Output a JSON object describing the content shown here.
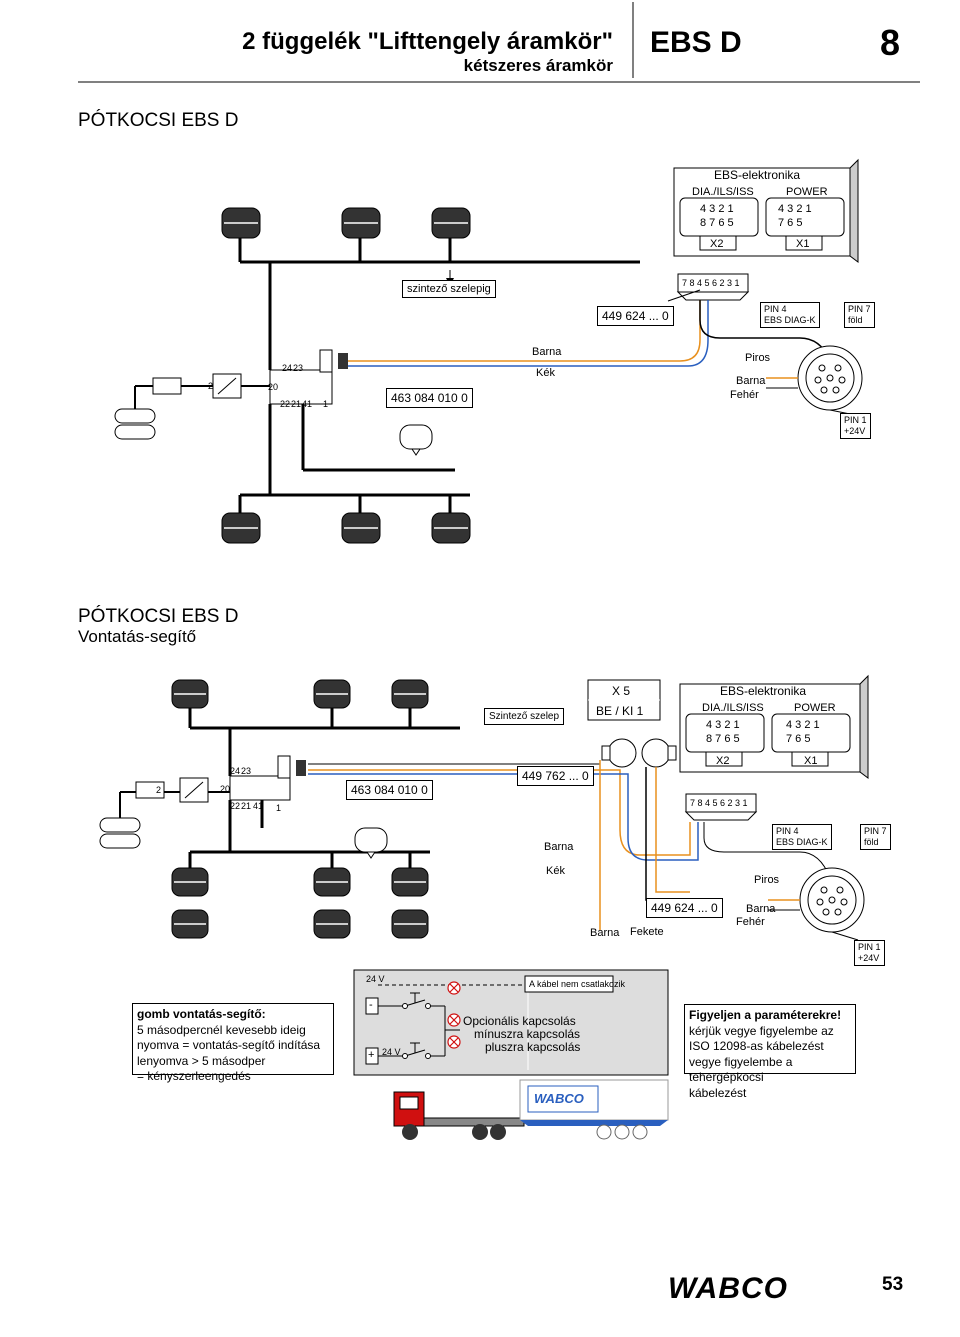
{
  "header": {
    "title": "2 függelék \"Lifttengely áramkör\"",
    "subtitle": "kétszeres áramkör",
    "doc": "EBS D",
    "chapter": "8"
  },
  "section1": {
    "title": "PÓTKOCSI EBS D",
    "ecu_title": "EBS-elektronika",
    "diag_label": "DIA./ILS/ISS",
    "power_label": "POWER",
    "x2": "X2",
    "x1": "X1",
    "pins_top": "4  3  2  1",
    "pins_bottom_x2": "8  7  6  5",
    "pins_bottom_x1": "7  6  5",
    "szintezo": "szintező szelepig",
    "cable_449": "449 624 ... 0",
    "connector_pins": "7 8 4 5 6 2 3 1",
    "pin4": "PIN 4",
    "ebs_diag": "EBS DIAG-K",
    "pin7": "PIN 7",
    "fold": "föld",
    "valve": "463 084 010 0",
    "barna": "Barna",
    "kek": "Kék",
    "piros": "Piros",
    "barna2": "Barna",
    "feher": "Fehér",
    "pin1": "PIN 1",
    "v24": "+24V",
    "port_24": "24",
    "port_23": "23",
    "port_20": "20",
    "port_22": "22",
    "port_21": "21",
    "port_41": "41",
    "port_1": "1",
    "port_2": "2"
  },
  "section2": {
    "title": "PÓTKOCSI EBS D",
    "subtitle": "Vontatás-segítő",
    "szintezo": "Szintező szelep",
    "x5": "X 5",
    "be_ki": "BE / KI 1",
    "ecu_title": "EBS-elektronika",
    "diag_label": "DIA./ILS/ISS",
    "power_label": "POWER",
    "x2": "X2",
    "x1": "X1",
    "pins_top": "4  3  2  1",
    "pins_bottom_x2": "8  7  6  5",
    "pins_bottom_x1": "7  6  5",
    "valve": "463 084 010 0",
    "cable_762": "449 762 ... 0",
    "connector_pins": "7 8 4 5 6 2 3 1",
    "pin4": "PIN 4",
    "ebs_diag": "EBS DIAG-K",
    "pin7": "PIN 7",
    "fold": "föld",
    "barna": "Barna",
    "kek": "Kék",
    "piros": "Piros",
    "cable_624": "449 624 ... 0",
    "barna_b": "Barna",
    "fekete": "Fekete",
    "barna_c": "Barna",
    "feher": "Fehér",
    "pin1": "PIN 1",
    "v24": "+24V",
    "port_24": "24",
    "port_23": "23",
    "port_20": "20",
    "port_22": "22",
    "port_21": "21",
    "port_41": "41",
    "port_1": "1",
    "port_2": "2"
  },
  "switch_panel": {
    "v24_top": "24 V",
    "minus": "-",
    "plus": "+",
    "v24_bottom": "24 V",
    "kabel_note": "A kábel nem csatlakozik",
    "opt_title": "Opcionális kapcsolás",
    "opt_minus": "mínuszra kapcsolás",
    "opt_plus": "pluszra kapcsolás"
  },
  "left_note": {
    "title": "gomb vontatás-segítő:",
    "line1": "5 másodpercnél kevesebb ideig",
    "line2": "nyomva = vontatás-segítő indítása",
    "line3": "lenyomva > 5 másodper",
    "line4": "= kényszerleengedés"
  },
  "right_note": {
    "title": "Figyeljen a paraméterekre!",
    "line1": "kérjük vegye figyelembe az",
    "line2": "ISO 12098-as kábelezést",
    "line3": "vegye figyelembe a tehergépkocsi",
    "line4": "kábelezést"
  },
  "trailer_logo": "WABCO",
  "footer": {
    "logo": "WABCO",
    "page": "53"
  },
  "colors": {
    "orange": "#e8901e",
    "blue": "#2a5fbf",
    "red": "#d01010"
  }
}
